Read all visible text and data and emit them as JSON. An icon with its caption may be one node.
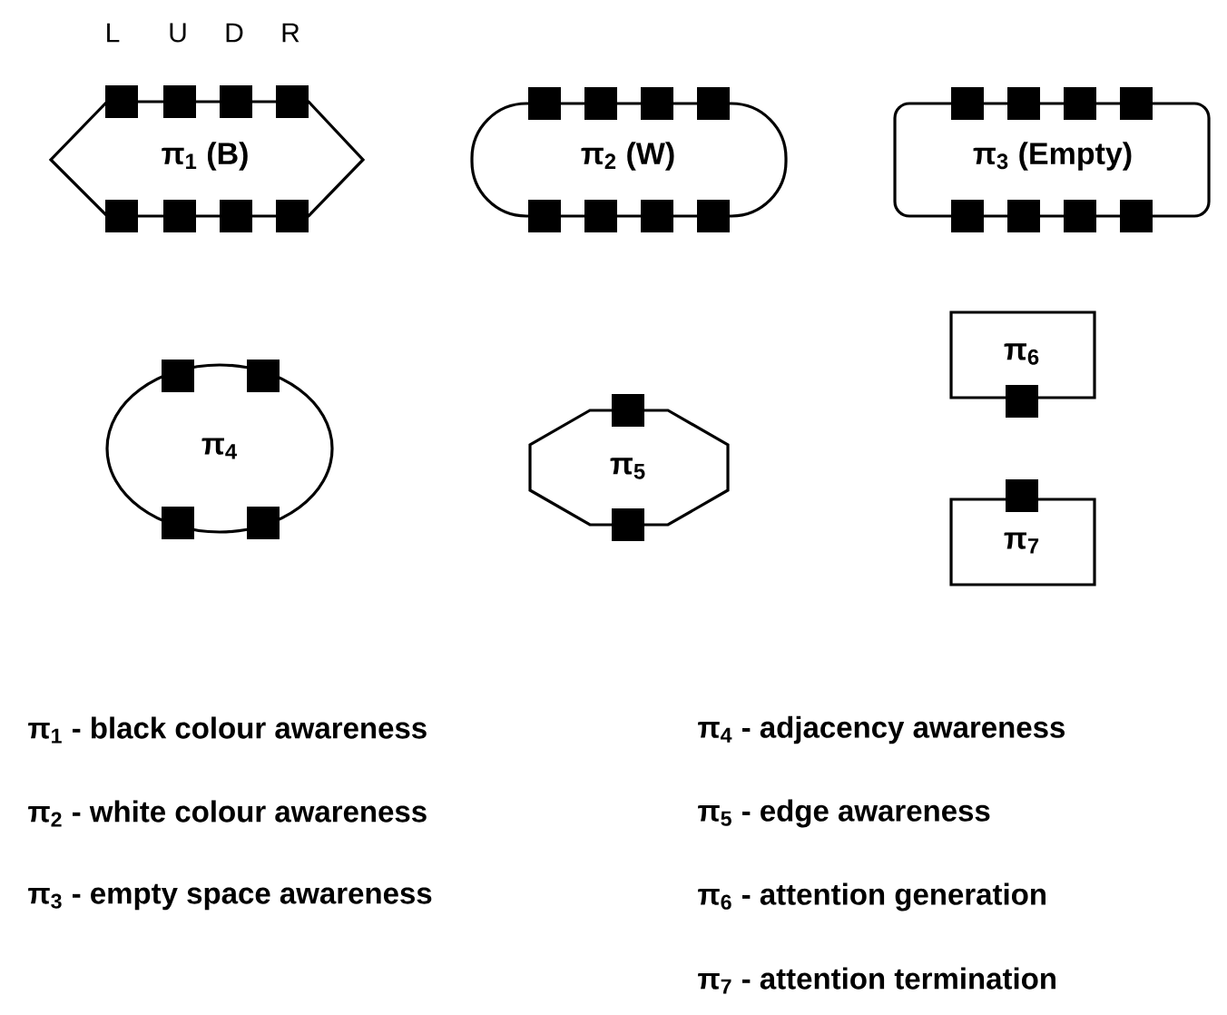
{
  "diagram": {
    "nodes": [
      {
        "text": [
          "π$_{1}$ (B)"
        ]
      },
      {
        "text": [
          "π$_{2}$ (W)"
        ]
      },
      {
        "text": [
          "π$_{3}$ (Empty)"
        ]
      },
      {
        "text": [
          "π$_{4}$"
        ]
      },
      {
        "text": [
          "π$_{5}$"
        ]
      },
      {
        "text": [
          "π$_{6}$"
        ]
      },
      {
        "text": [
          "π$_{7}$"
        ]
      }
    ],
    "labels": [
      "L",
      "U",
      "D",
      "R",
      "π$_{1}$ - black colour awareness",
      "π$_{4}$ - adjacency awareness",
      "π$_{2}$ - white colour awareness",
      "π$_{5}$ - edge awareness",
      "π$_{3}$ - empty space awareness",
      "π$_{6}$ - attention generation",
      "π$_{7}$ - attention termination"
    ]
  }
}
